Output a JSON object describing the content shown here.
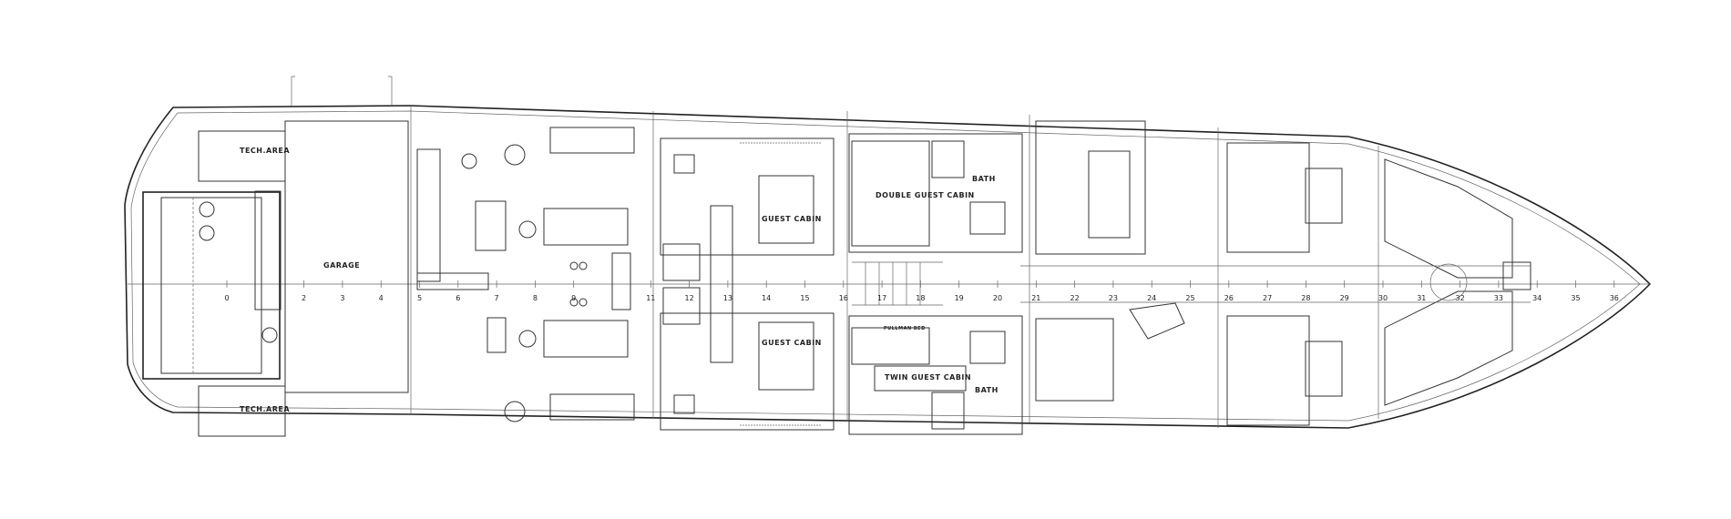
{
  "plan": {
    "labels": {
      "tech_area_top": "Tech.area",
      "tech_area_bottom": "Tech.area",
      "garage": "Garage",
      "guest_cabin_top": "Guest Cabin",
      "guest_cabin_bottom": "Guest Cabin",
      "double_guest_cabin": "Double Guest Cabin",
      "twin_guest_cabin": "Twin Guest Cabin",
      "pullman_bed": "Pullman bed",
      "bath_top": "Bath",
      "bath_bottom": "Bath"
    },
    "frames": [
      "0",
      "2",
      "3",
      "4",
      "5",
      "6",
      "7",
      "8",
      "9",
      "11",
      "12",
      "13",
      "14",
      "15",
      "16",
      "17",
      "18",
      "19",
      "20",
      "21",
      "22",
      "23",
      "24",
      "25",
      "26",
      "27",
      "28",
      "29",
      "30",
      "31",
      "32",
      "33",
      "34",
      "35",
      "36"
    ]
  },
  "colors": {
    "line": "#333333",
    "background": "#ffffff"
  }
}
